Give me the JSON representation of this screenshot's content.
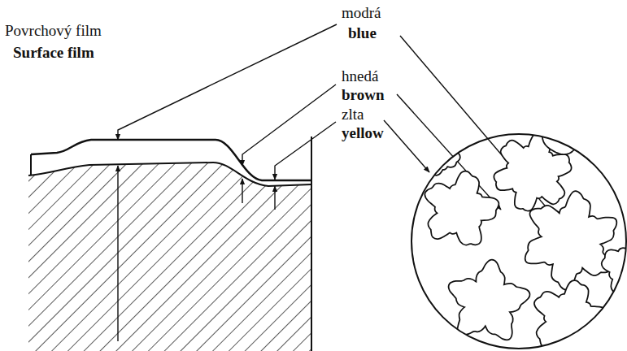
{
  "diagram": {
    "labels": [
      "Povrchový film",
      "Surface film",
      "modrá",
      "blue",
      "hnedá",
      "brown",
      "zlta",
      "yellow"
    ]
  }
}
